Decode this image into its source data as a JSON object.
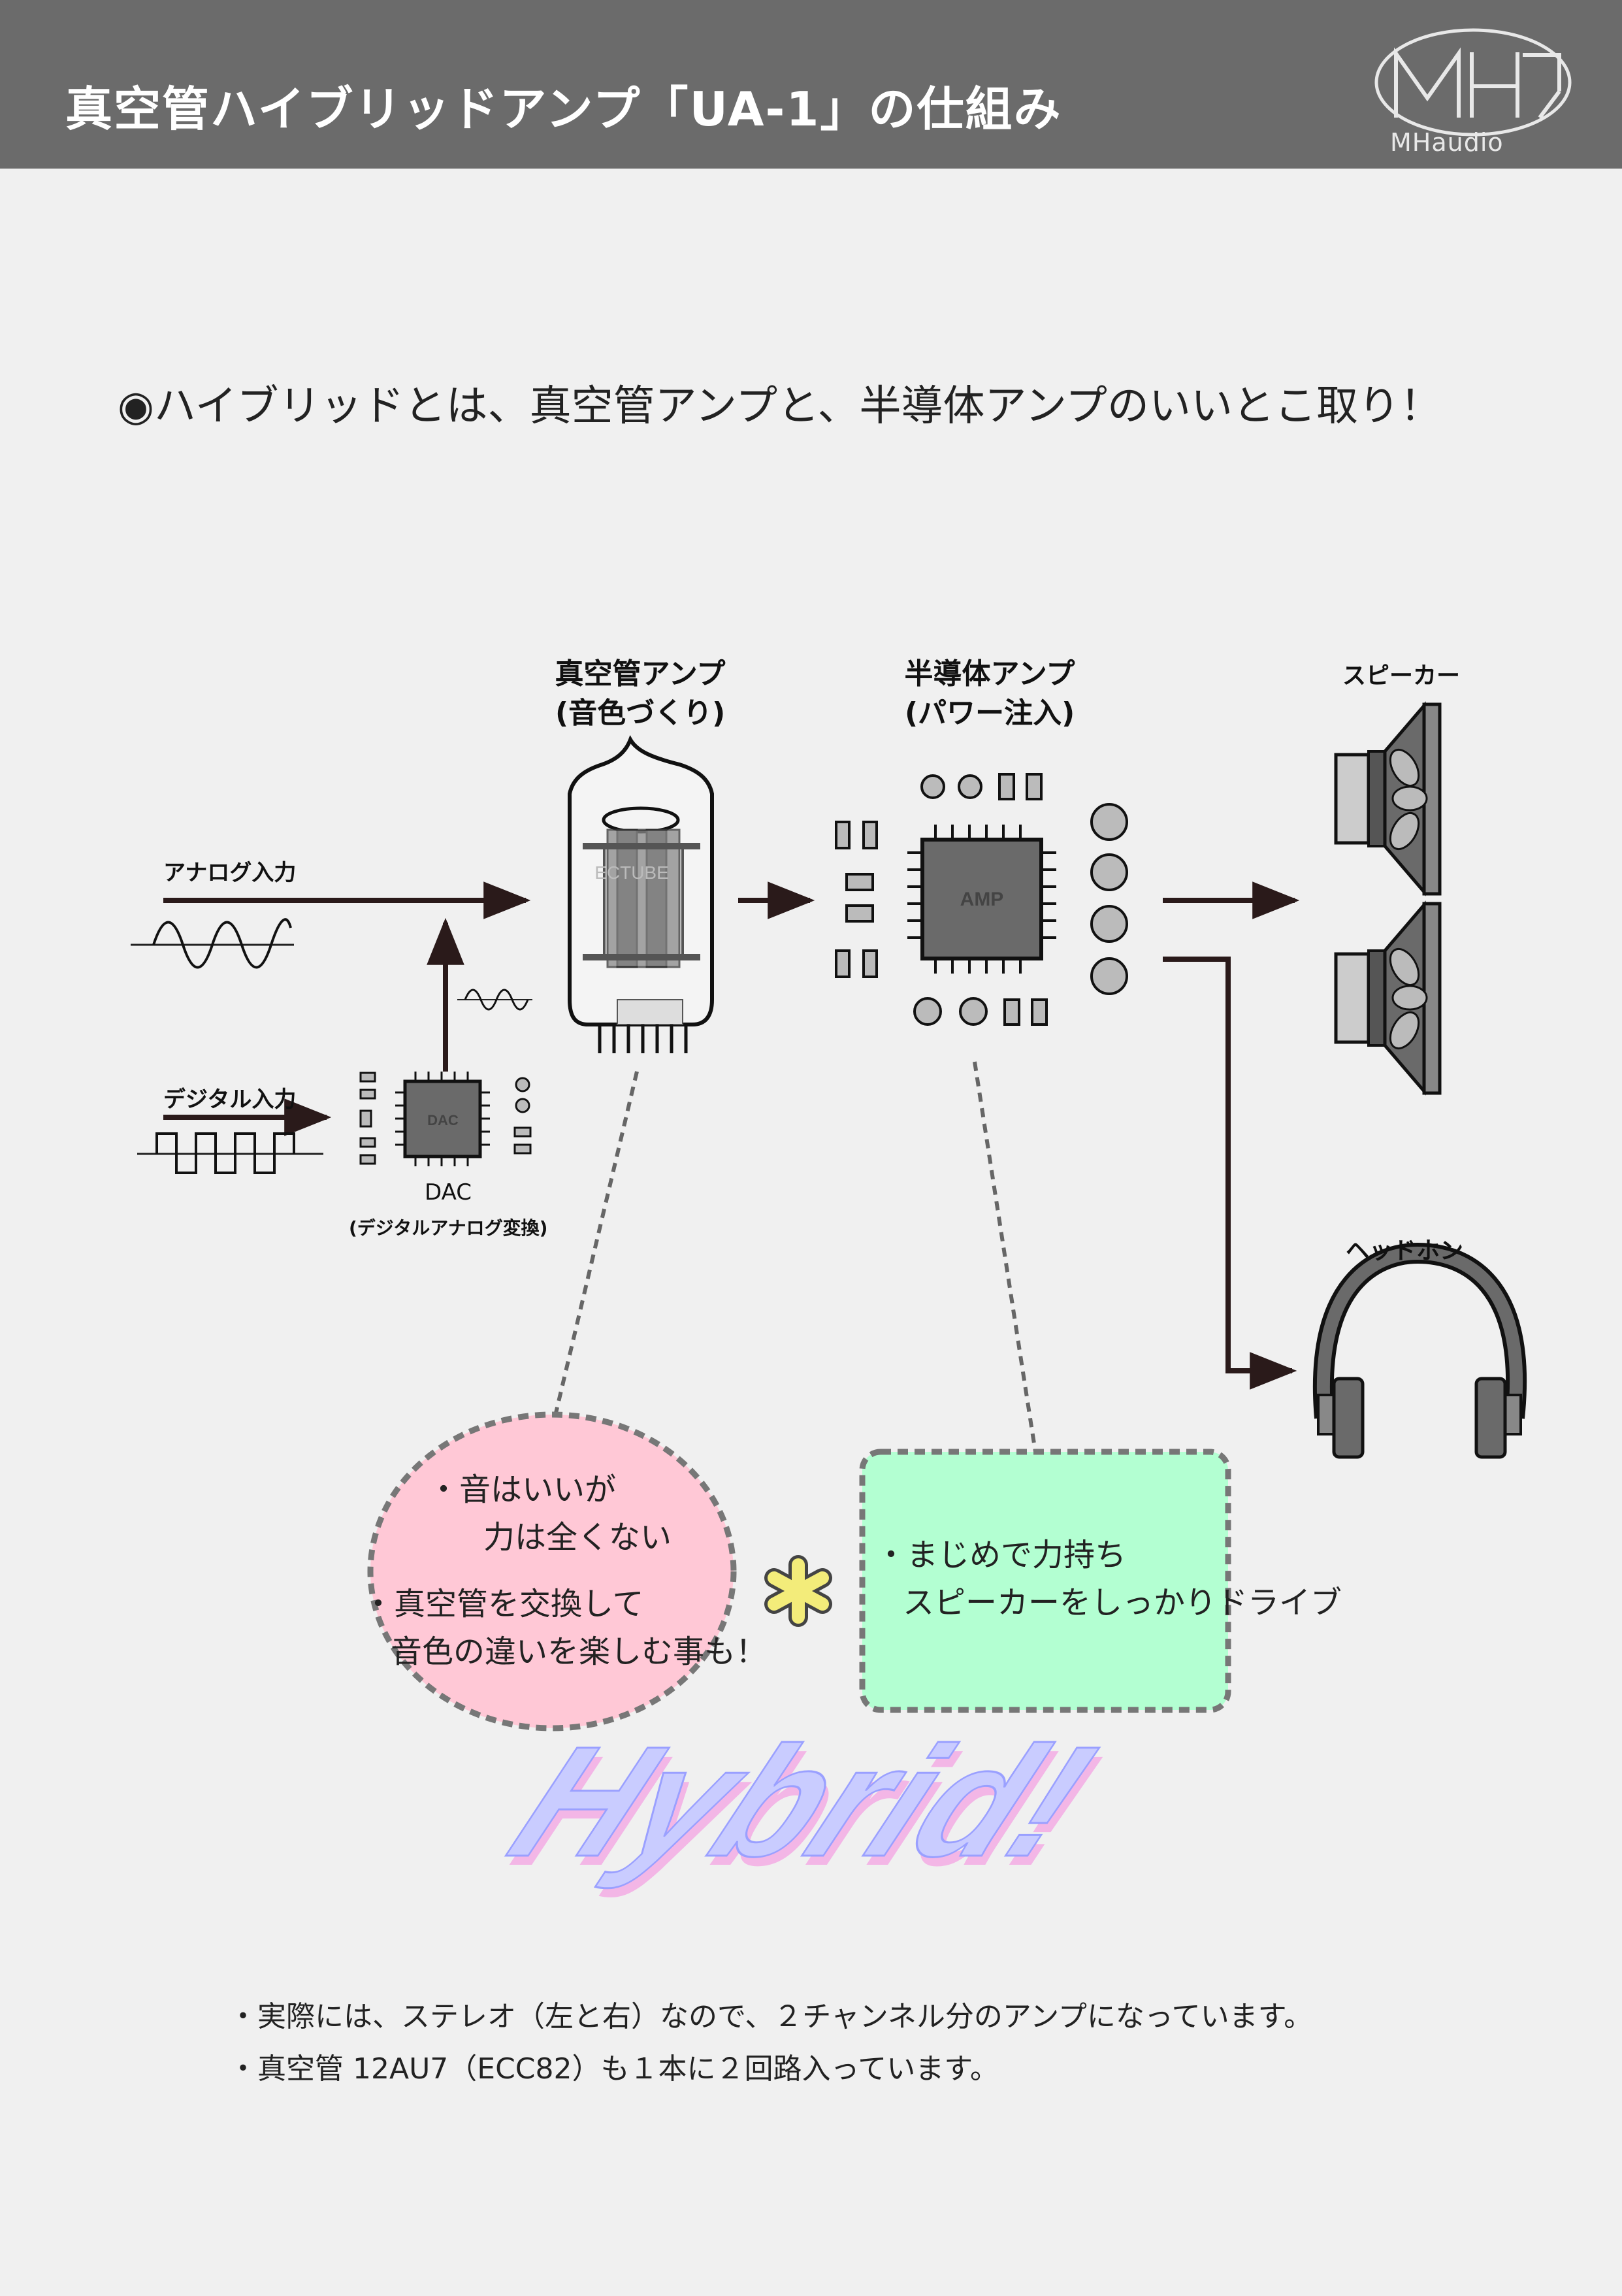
{
  "header": {
    "title": "真空管ハイブリッドアンプ「UA-1」の仕組み",
    "logo_text": "MHaudio"
  },
  "headline": "◉ハイブリッドとは、真空管アンプと、半導体アンプのいいとこ取り！",
  "inputs": {
    "analog": "アナログ入力",
    "digital": "デジタル入力"
  },
  "dac": {
    "chip_label": "DAC",
    "name": "DAC",
    "description": "(デジタルアナログ変換)"
  },
  "tube_amp": {
    "line1": "真空管アンプ",
    "line2": "(音色づくり)",
    "tube_print": "ECTUBE"
  },
  "semi_amp": {
    "line1": "半導体アンプ",
    "line2": "(パワー注入)",
    "chip_label": "AMP"
  },
  "outputs": {
    "speaker": "スピーカー",
    "headphone": "ヘッドホン"
  },
  "bubble_tube": {
    "line1": "・音はいいが",
    "line2": "力は全くない",
    "line3": "・真空管を交換して",
    "line4": "音色の違いを楽しむ事も！"
  },
  "bubble_semi": {
    "line1": "・まじめで力持ち",
    "line2": "スピーカーをしっかりドライブ"
  },
  "hybrid_word": "Hybrid!",
  "notes": [
    "・実際には、ステレオ（左と右）なので、２チャンネル分のアンプになっています。",
    "・真空管 12AU7（ECC82）も１本に２回路入っています。"
  ],
  "colors": {
    "header_bg": "#6b6b6b",
    "background": "#f0f0f0",
    "bubble_tube_fill": "#ffc8d6",
    "bubble_semi_fill": "#b3ffd2",
    "asterisk": "#f3ec7a",
    "hybrid_fill": "#c9ccff",
    "hybrid_shadow": "#f3b6e6",
    "chip_body": "#6a6a6a"
  }
}
